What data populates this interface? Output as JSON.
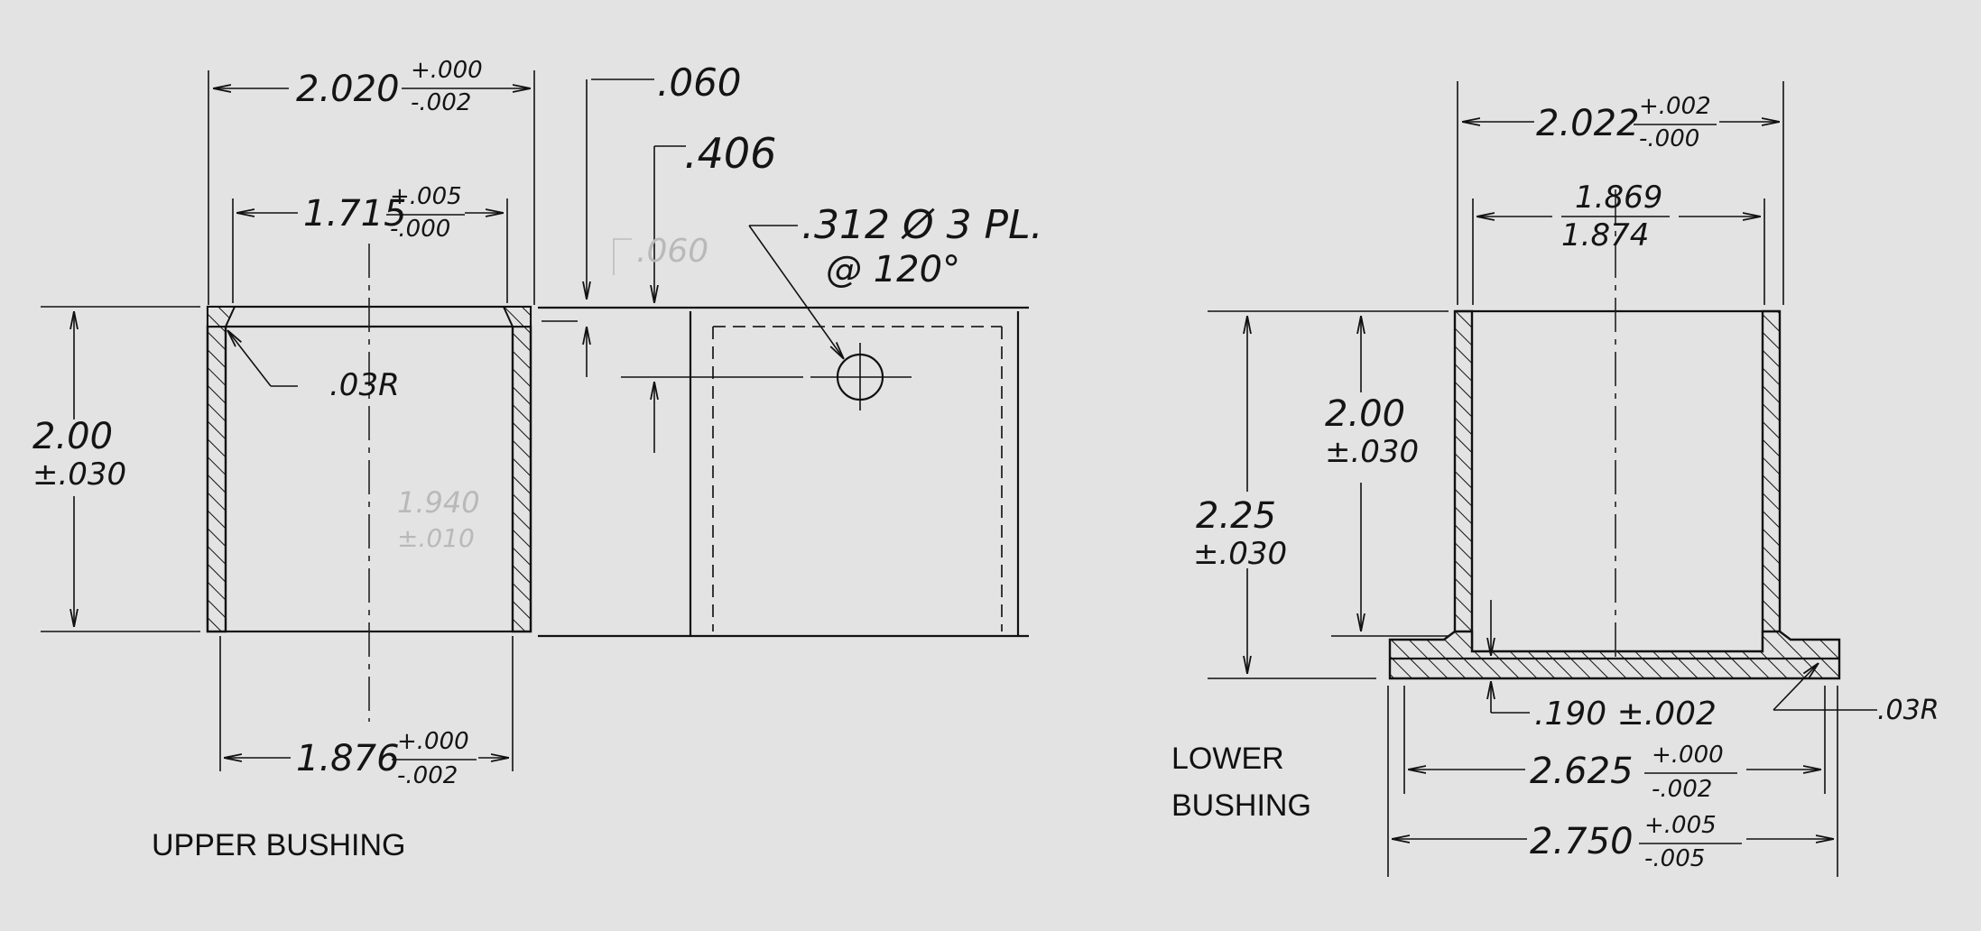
{
  "upper": {
    "title": "UPPER BUSHING",
    "od_nominal": "2.020",
    "od_tol_plus": "+.000",
    "od_tol_minus": "-.002",
    "top_id_nominal": "1.715",
    "top_id_tol_plus": "+.005",
    "top_id_tol_minus": "-.000",
    "bottom_nominal": "1.876",
    "bottom_tol_plus": "+.000",
    "bottom_tol_minus": "-.002",
    "height": "2.00",
    "height_tol": "±.030",
    "radius": ".03R",
    "ghost_height": "1.940",
    "ghost_tol": "±.010"
  },
  "side": {
    "lip_thickness": ".060",
    "hole_offset": ".406",
    "hole_callout": ".312 Ø 3 PL.",
    "hole_spacing": "@ 120°",
    "ghost_note": ".060"
  },
  "lower": {
    "title_line1": "LOWER",
    "title_line2": "BUSHING",
    "od_nominal": "2.022",
    "od_tol_plus": "+.002",
    "od_tol_minus": "-.000",
    "id_upper": "1.869",
    "id_lower": "1.874",
    "height": "2.00",
    "height_tol": "±.030",
    "overall_height": "2.25",
    "overall_height_tol": "±.030",
    "flange_thickness": ".190 ±.002",
    "radius": ".03R",
    "flange_inner_nominal": "2.625",
    "flange_inner_tol_plus": "+.000",
    "flange_inner_tol_minus": "-.002",
    "flange_od_nominal": "2.750",
    "flange_od_tol_plus": "+.005",
    "flange_od_tol_minus": "-.005"
  }
}
